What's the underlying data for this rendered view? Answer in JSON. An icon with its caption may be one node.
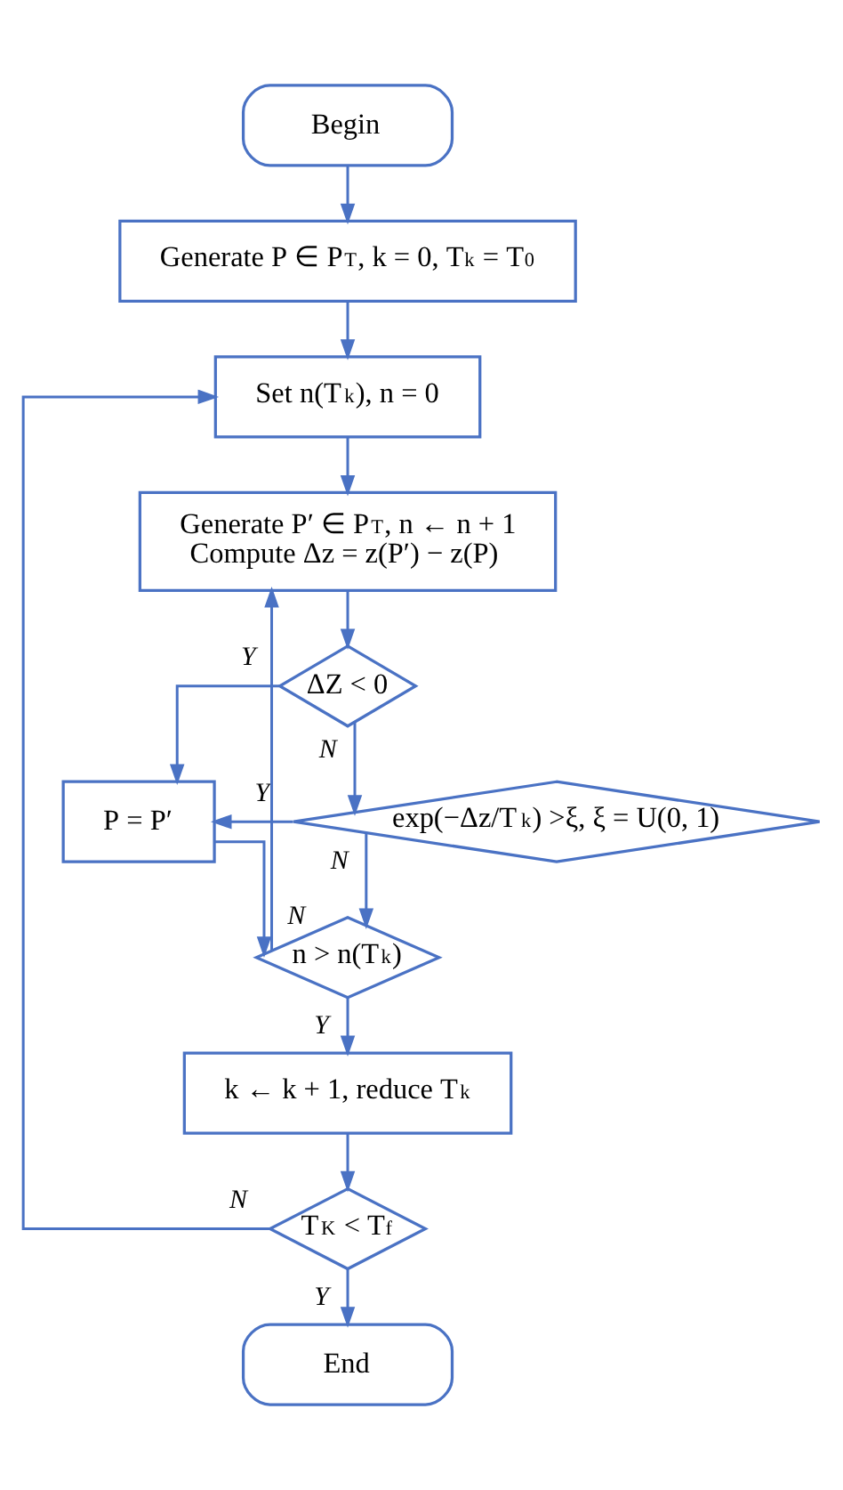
{
  "diagram": {
    "nodes": [
      {
        "text": [
          "Begin"
        ]
      },
      {
        "text": [
          "Generate P ∈ P$_{T}$, k = 0, T$_{k}$ = T$_{0}$"
        ]
      },
      {
        "text": [
          "Set n(T$_{k}$), n = 0"
        ]
      },
      {
        "text": [
          "Generate P′ ∈ P$_{T}$, n ← n + 1",
          "Compute Δz = z(P′) − z(P)"
        ]
      },
      {
        "text": [
          "ΔZ < 0"
        ]
      },
      {
        "text": [
          "P = P′"
        ]
      },
      {
        "text": [
          "exp(−Δz/T$_{k}$) >ξ, ξ = U(0, 1)"
        ]
      },
      {
        "text": [
          "n > n(T$_{k}$)"
        ]
      },
      {
        "text": [
          "k ← k + 1, reduce T$_{k}$"
        ]
      },
      {
        "text": [
          "T$_{K}$ < T$_{f}$"
        ]
      },
      {
        "text": [
          "End"
        ]
      }
    ],
    "edges": [
      {
        "from": 0,
        "to": 1,
        "arrow": "to"
      },
      {
        "from": 1,
        "to": 2,
        "arrow": "to"
      },
      {
        "from": 2,
        "to": 3,
        "arrow": "to"
      },
      {
        "from": 3,
        "to": 4,
        "arrow": "to"
      },
      {
        "from": 4,
        "to": 5,
        "arrow": "to",
        "label": "Y"
      },
      {
        "from": 4,
        "to": 6,
        "arrow": "to",
        "label": "N"
      },
      {
        "from": 6,
        "to": 5,
        "arrow": "to",
        "label": "Y"
      },
      {
        "from": 6,
        "to": 7,
        "arrow": "to",
        "label": "N"
      },
      {
        "from": 5,
        "to": 7,
        "arrow": "to"
      },
      {
        "from": 7,
        "to": 3,
        "arrow": "to",
        "label": "N"
      },
      {
        "from": 7,
        "to": 8,
        "arrow": "to",
        "label": "Y"
      },
      {
        "from": 8,
        "to": 9,
        "arrow": "to"
      },
      {
        "from": 9,
        "to": 2,
        "arrow": "to",
        "label": "N"
      },
      {
        "from": 9,
        "to": 10,
        "arrow": "to",
        "label": "Y"
      }
    ]
  }
}
